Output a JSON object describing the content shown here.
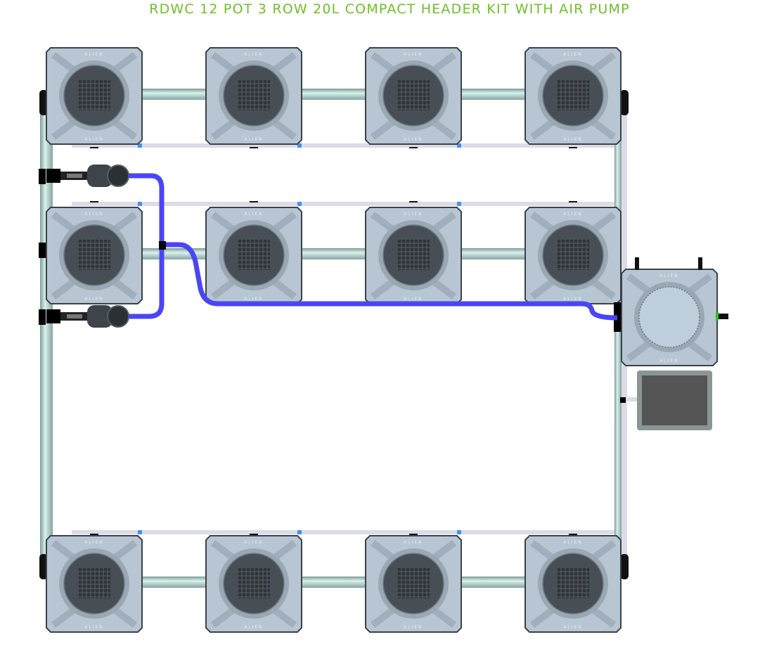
{
  "title": "RDWC 12 POT 3 ROW 20L COMPACT HEADER KIT WITH AIR PUMP",
  "pot_brand_mark": "ALIEN",
  "layout": {
    "rows": [
      {
        "name": "top-row",
        "pots": 4
      },
      {
        "name": "middle-row",
        "pots": 4
      },
      {
        "name": "bottom-row",
        "pots": 4
      }
    ],
    "control_reservoir": 1,
    "air_pump": 1,
    "water_pumps": 2
  },
  "colors": {
    "title": "#6fbf2a",
    "pot_body": "#b7c6d2",
    "pot_lid": "#474e55",
    "pipe": "#a9c9c4",
    "air_line": "#4a45f5",
    "drain_line": "#dcdce8",
    "connector_blue": "#4a90e8",
    "air_pump_body": "#555555"
  }
}
